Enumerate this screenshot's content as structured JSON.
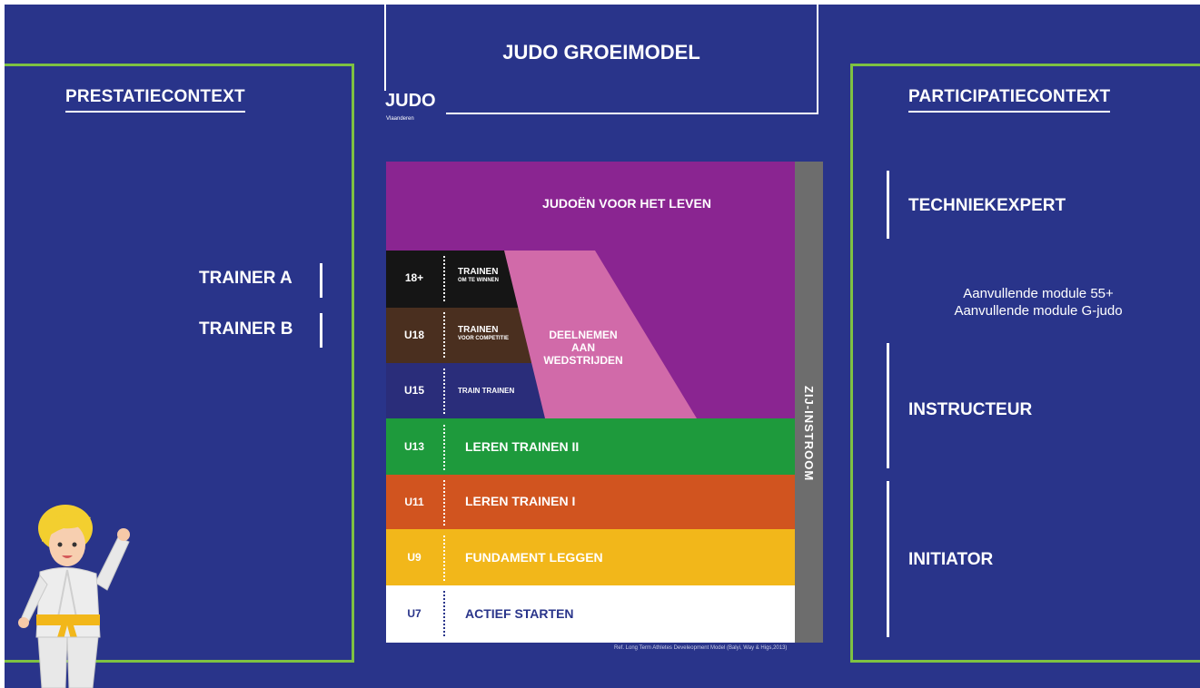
{
  "title": "JUDO GROEIMODEL",
  "logo": {
    "text": "JUDO",
    "subtext": "Vlaanderen"
  },
  "left_panel": {
    "title": "PRESTATIECONTEXT",
    "roles": [
      "TRAINER A",
      "TRAINER B"
    ]
  },
  "right_panel": {
    "title": "PARTICIPATIECONTEXT",
    "roles": [
      "TECHNIEKEXPERT",
      "INSTRUCTEUR",
      "INITIATOR"
    ],
    "modules": [
      "Aanvullende module 55+",
      "Aanvullende module G-judo"
    ]
  },
  "model": {
    "top": "JUDOËN VOOR HET LEVEN",
    "competition": "DEELNEMEN AAN WEDSTRIJDEN",
    "side": "ZIJ-INSTROOM",
    "stages": [
      {
        "age": "18+",
        "line1": "TRAINEN",
        "line2": "OM TE WINNEN",
        "color": "#151515"
      },
      {
        "age": "U18",
        "line1": "TRAINEN",
        "line2": "VOOR COMPETITIE",
        "color": "#4a2f1f"
      },
      {
        "age": "U15",
        "line1": "TRAIN TRAINEN",
        "line2": "",
        "color": "#2a2d7a"
      },
      {
        "age": "U13",
        "line1": "LEREN TRAINEN II",
        "line2": "",
        "color": "#1e9a3c"
      },
      {
        "age": "U11",
        "line1": "LEREN TRAINEN I",
        "line2": "",
        "color": "#d1541f"
      },
      {
        "age": "U9",
        "line1": "FUNDAMENT LEGGEN",
        "line2": "",
        "color": "#f2b71a"
      },
      {
        "age": "U7",
        "line1": "ACTIEF STARTEN",
        "line2": "",
        "color": "#ffffff"
      }
    ],
    "colors": {
      "purple": "#8a2591",
      "pink": "#d16aa9",
      "side": "#6d6d6d"
    }
  },
  "reference": "Ref. Long Term Athletes Develeopment Model (Balyi, Way & Higs,2013)"
}
